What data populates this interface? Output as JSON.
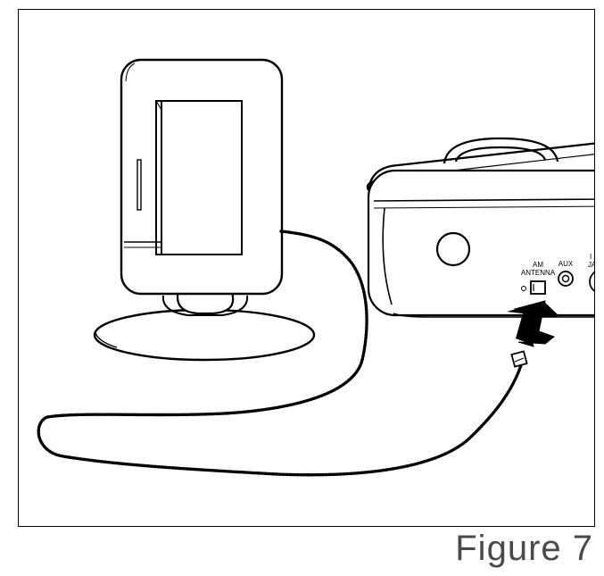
{
  "figure": {
    "caption": "Figure 7",
    "labels": {
      "am": "AM",
      "antenna": "ANTENNA",
      "aux": "AUX",
      "jack_top": "I",
      "jack_bottom": "JA"
    }
  }
}
